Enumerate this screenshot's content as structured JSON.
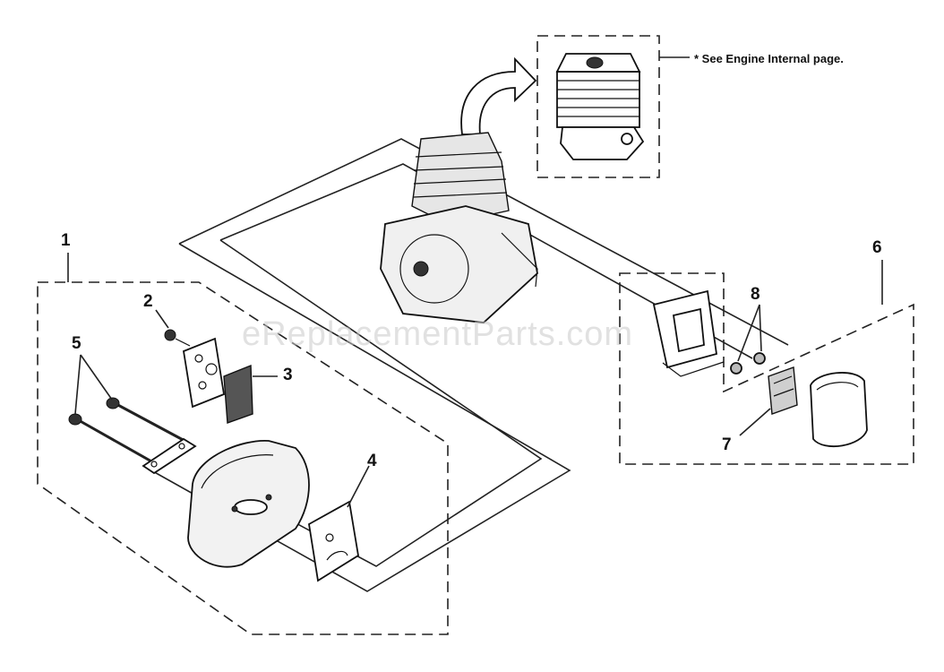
{
  "note": {
    "text": "* See Engine Internal page."
  },
  "watermark": "eReplacementParts.com",
  "callouts": [
    {
      "id": "1",
      "label": "1"
    },
    {
      "id": "2",
      "label": "2"
    },
    {
      "id": "3",
      "label": "3"
    },
    {
      "id": "4",
      "label": "4"
    },
    {
      "id": "5",
      "label": "5"
    },
    {
      "id": "6",
      "label": "6"
    },
    {
      "id": "7",
      "label": "7"
    },
    {
      "id": "8",
      "label": "8"
    }
  ]
}
